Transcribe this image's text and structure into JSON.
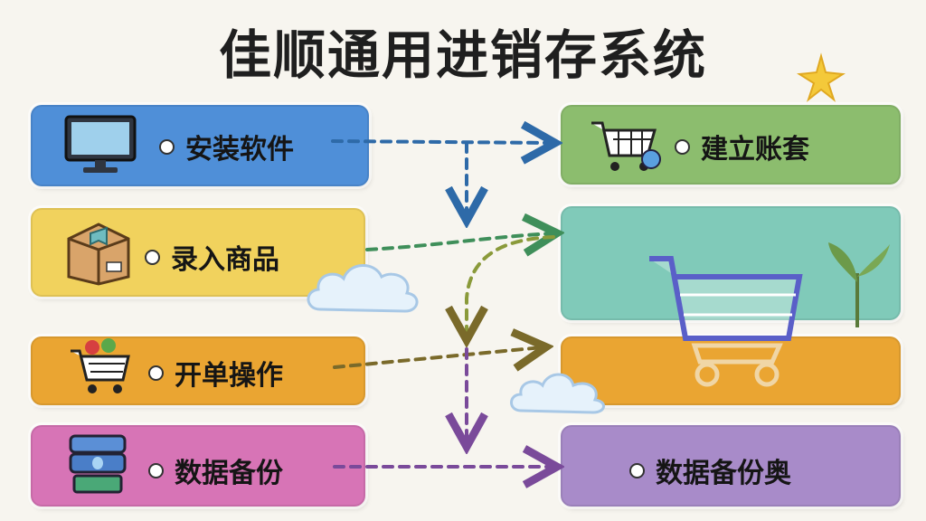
{
  "title": "佳顺通用进销存系统",
  "left_steps": [
    {
      "label": "安装软件",
      "color": "#4f8fd8",
      "icon": "monitor-icon"
    },
    {
      "label": "录入商品",
      "color": "#f1d25d",
      "icon": "package-icon"
    },
    {
      "label": "开单操作",
      "color": "#eaa532",
      "icon": "shopping-cart-icon"
    },
    {
      "label": "数据备份",
      "color": "#d774b6",
      "icon": "server-icon"
    }
  ],
  "right_steps": [
    {
      "label": "建立账套",
      "color": "#8cbd6e",
      "icon": "shopping-cart-icon"
    },
    {
      "label": "",
      "color": "#76c7b5"
    },
    {
      "label": "",
      "color": "#eaa532"
    },
    {
      "label": "数据备份奥",
      "color": "#a88bc9"
    }
  ],
  "colors": {
    "arrow_blue": "#2e6aa8",
    "arrow_green": "#3f8f5a",
    "arrow_orange": "#7a6a2a",
    "arrow_purple": "#7a4a9a"
  }
}
